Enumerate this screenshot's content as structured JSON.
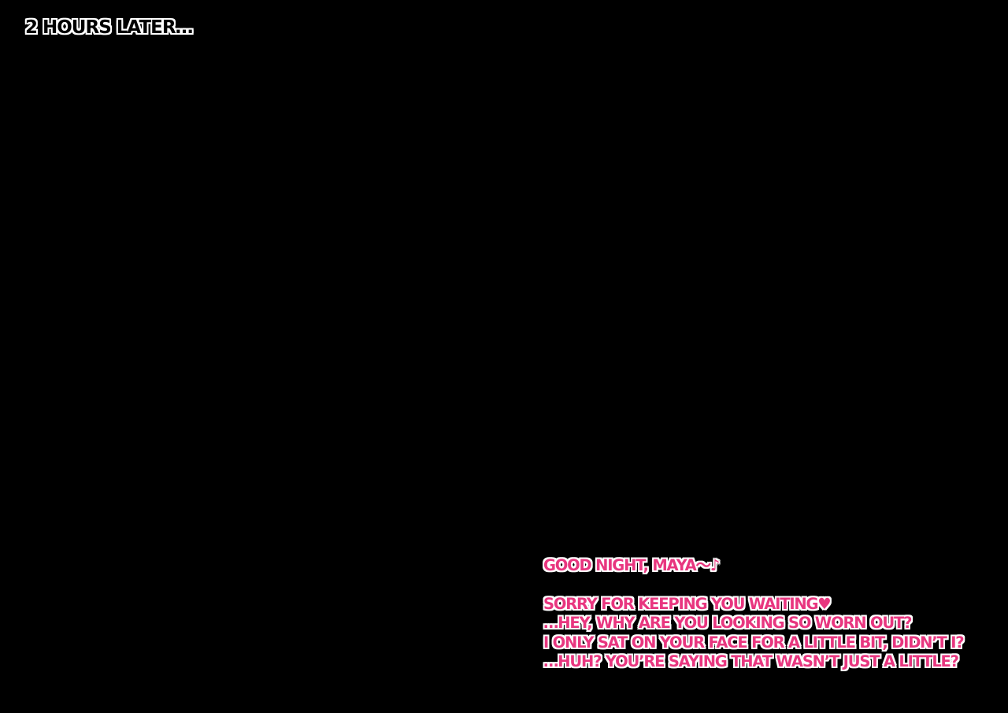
{
  "caption": "2 HOURS LATER…",
  "dialogue": {
    "first_line": "GOOD NIGHT, MAYA～♪",
    "lines": [
      "SORRY FOR KEEPING YOU WAITING♥",
      "…HEY, WHY ARE YOU LOOKING SO WORN OUT?",
      "I ONLY SAT ON YOUR FACE FOR A LITTLE BIT, DIDN’T I?",
      "…HUH? YOU’RE SAYING THAT WASN’T JUST A LITTLE?"
    ]
  },
  "colors": {
    "background": "#000000",
    "dialogue_text": "#e8367f",
    "outline": "#ffffff"
  }
}
